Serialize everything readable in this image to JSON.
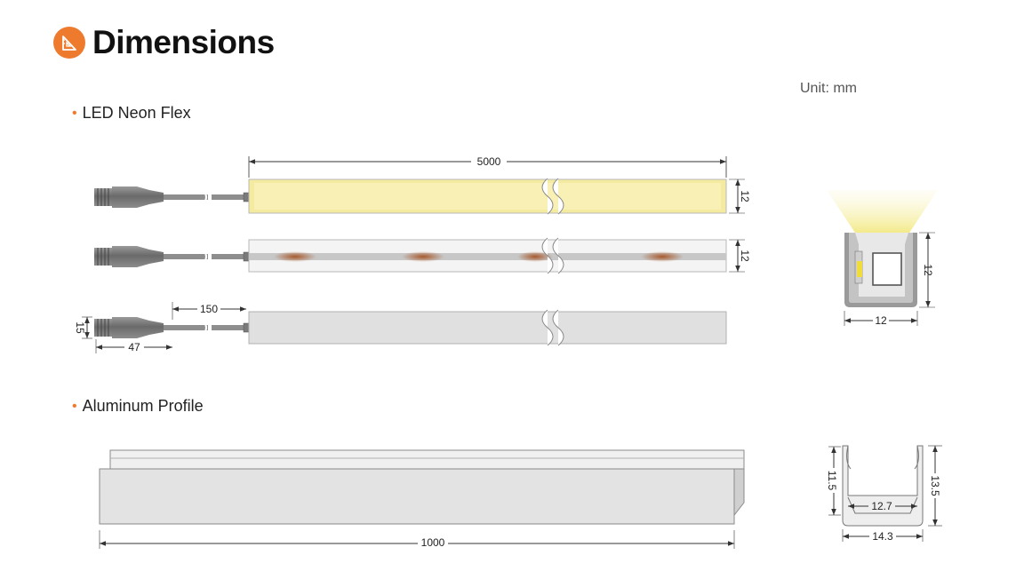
{
  "header": {
    "title": "Dimensions",
    "icon": "ruler-triangle-icon",
    "accent": "#ee7a2e"
  },
  "unit_label": "Unit: mm",
  "sections": {
    "neon": {
      "label": "LED Neon Flex"
    },
    "profile": {
      "label": "Aluminum Profile"
    }
  },
  "neon_dims": {
    "length": "5000",
    "height_a": "12",
    "height_b": "12",
    "cable": "150",
    "connector_h": "15",
    "connector_len": "47",
    "cross_h": "12",
    "cross_w": "12"
  },
  "profile_dims": {
    "length": "1000",
    "inner_h": "11.5",
    "outer_h": "13.5",
    "inner_w": "12.7",
    "outer_w": "14.3"
  },
  "colors": {
    "warm_light": "#f5eba0",
    "diffuser": "#eeeeee",
    "led_glow": "#b66a3a",
    "profile_grey": "#e3e3e3"
  }
}
